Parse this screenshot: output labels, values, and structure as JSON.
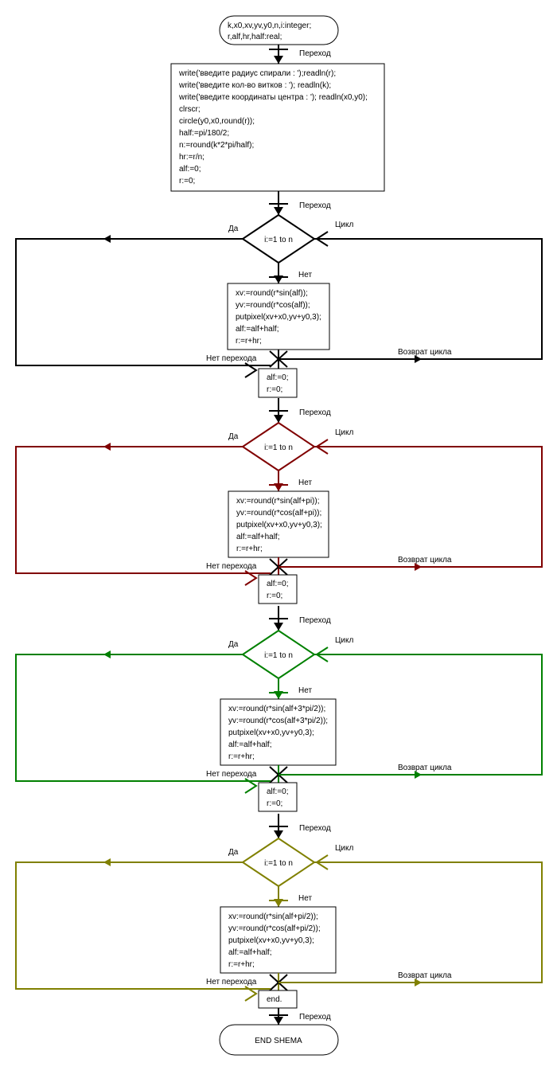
{
  "declarations": [
    "k,x0,xv,yv,y0,n,i:integer;",
    "r,alf,hr,half:real;"
  ],
  "init_block": [
    "write('введите радиус спирали : ');readln(r);",
    "write('введите кол-во витков : '); readln(k);",
    "write('введите координаты центра : '); readln(x0,y0);",
    "clrscr;",
    "circle(y0,x0,round(r));",
    "half:=pi/180/2;",
    "n:=round(k*2*pi/half);",
    "hr:=r/n;",
    "alf:=0;",
    "r:=0;"
  ],
  "labels": {
    "transition": "Переход",
    "yes": "Да",
    "no": "Нет",
    "cycle": "Цикл",
    "no_transition": "Нет перехода",
    "cycle_return": "Возврат цикла"
  },
  "colors": {
    "loop1": "#000000",
    "loop2": "#800000",
    "loop3": "#008000",
    "loop4": "#808000"
  },
  "loops": [
    {
      "condition": "i:=1 to n",
      "body": [
        "xv:=round(r*sin(alf));",
        "yv:=round(r*cos(alf));",
        "putpixel(xv+x0,yv+y0,3);",
        "alf:=alf+half;",
        "r:=r+hr;"
      ],
      "after": [
        "alf:=0;",
        "r:=0;"
      ]
    },
    {
      "condition": "i:=1 to n",
      "body": [
        "xv:=round(r*sin(alf+pi));",
        "yv:=round(r*cos(alf+pi));",
        "putpixel(xv+x0,yv+y0,3);",
        "alf:=alf+half;",
        "r:=r+hr;"
      ],
      "after": [
        "alf:=0;",
        "r:=0;"
      ]
    },
    {
      "condition": "i:=1 to n",
      "body": [
        "xv:=round(r*sin(alf+3*pi/2));",
        "yv:=round(r*cos(alf+3*pi/2));",
        "putpixel(xv+x0,yv+y0,3);",
        "alf:=alf+half;",
        "r:=r+hr;"
      ],
      "after": [
        "alf:=0;",
        "r:=0;"
      ]
    },
    {
      "condition": "i:=1 to n",
      "body": [
        "xv:=round(r*sin(alf+pi/2));",
        "yv:=round(r*cos(alf+pi/2));",
        "putpixel(xv+x0,yv+y0,3);",
        "alf:=alf+half;",
        "r:=r+hr;"
      ],
      "after": [
        "end."
      ]
    }
  ],
  "terminator": "END SHEMA"
}
